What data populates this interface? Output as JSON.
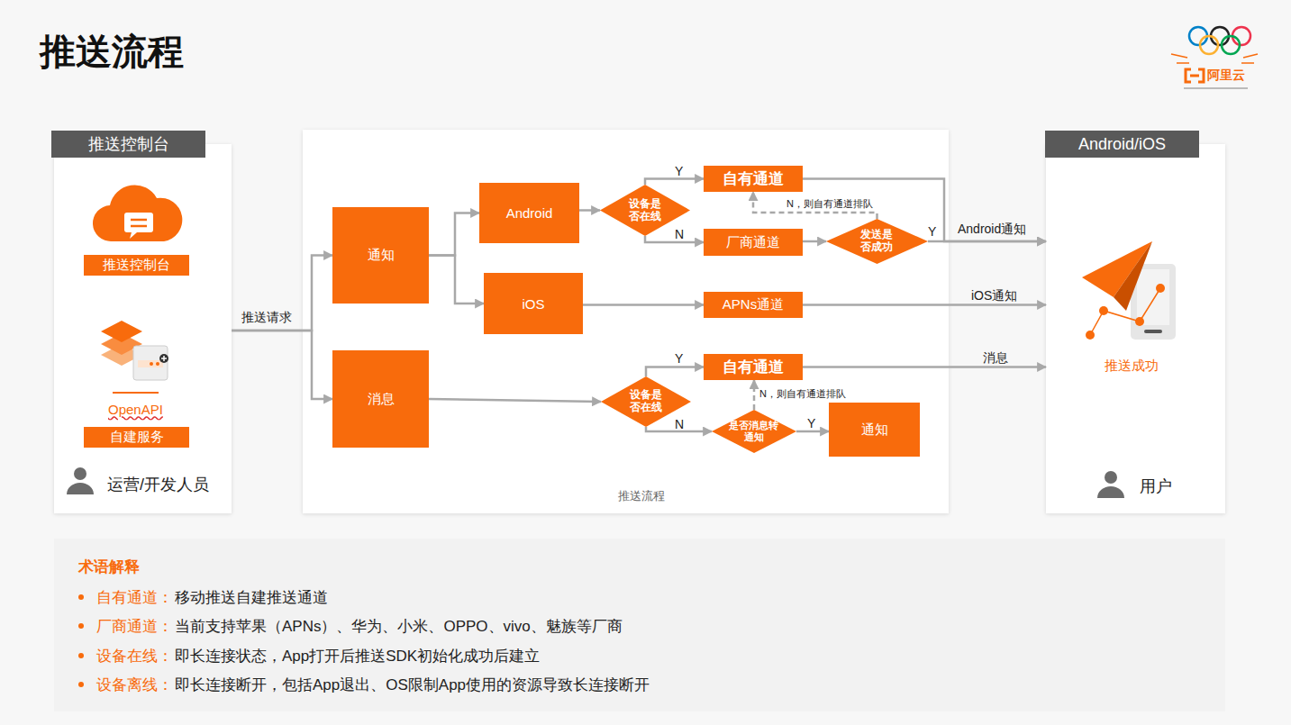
{
  "diagram": {
    "title": "推送流程",
    "nodes": [
      {
        "text": [
          "推送控制台",
          "OpenAPI",
          "运营/开发人员"
        ]
      },
      {
        "text": [
          "推送控制台"
        ],
        "in": 0
      },
      {
        "text": [
          "自建服务"
        ],
        "in": 0
      },
      {
        "text": [
          "推送流程"
        ]
      },
      {
        "text": [
          "通知"
        ],
        "in": 3
      },
      {
        "text": [
          "消息"
        ],
        "in": 3
      },
      {
        "text": [
          "Android"
        ],
        "in": 3
      },
      {
        "text": [
          "iOS"
        ],
        "in": 3
      },
      {
        "text": [
          "设备是否在线"
        ],
        "in": 3
      },
      {
        "text": [
          "自有通道"
        ],
        "in": 3
      },
      {
        "text": [
          "厂商通道"
        ],
        "in": 3
      },
      {
        "text": [
          "发送是否成功"
        ],
        "in": 3
      },
      {
        "text": [
          "APNs通道"
        ],
        "in": 3
      },
      {
        "text": [
          "设备是否在线"
        ],
        "in": 3
      },
      {
        "text": [
          "自有通道"
        ],
        "in": 3
      },
      {
        "text": [
          "是否消息转通知"
        ],
        "in": 3
      },
      {
        "text": [
          "通知"
        ],
        "in": 3
      },
      {
        "text": [
          "Android/iOS",
          "推送成功",
          "用户"
        ]
      },
      {
        "text": [
          "术语解释",
          "自有通道：",
          "移动推送自建推送通道",
          "厂商通道：",
          "当前支持苹果（APNs）、华为、小米、OPPO、vivo、魅族等厂商",
          "设备在线：",
          "即长连接状态，App打开后推送SDK初始化成功后建立",
          "设备离线：",
          "即长连接断开，包括App退出、OS限制App使用的资源导致长连接断开"
        ]
      }
    ],
    "edges": [
      {
        "from": 0,
        "to": 4,
        "label": "推送请求",
        "arrow": "to"
      },
      {
        "from": 0,
        "to": 5,
        "arrow": "to"
      },
      {
        "from": 4,
        "to": 6,
        "arrow": "to"
      },
      {
        "from": 4,
        "to": 7,
        "arrow": "to"
      },
      {
        "from": 6,
        "to": 8,
        "arrow": "to"
      },
      {
        "from": 8,
        "to": 9,
        "label": "Y",
        "arrow": "to"
      },
      {
        "from": 8,
        "to": 10,
        "label": "N",
        "arrow": "to"
      },
      {
        "from": 10,
        "to": 11,
        "arrow": "to"
      },
      {
        "from": 11,
        "to": 9,
        "label": "N，则自有通道排队",
        "arrow": "to"
      },
      {
        "from": 9,
        "to": 17,
        "label": "Android通知",
        "arrow": "to"
      },
      {
        "from": 11,
        "to": 17,
        "label": "Y",
        "arrow": "to"
      },
      {
        "from": 7,
        "to": 12,
        "arrow": "to"
      },
      {
        "from": 12,
        "to": 17,
        "label": "iOS通知",
        "arrow": "to"
      },
      {
        "from": 5,
        "to": 13,
        "arrow": "to"
      },
      {
        "from": 13,
        "to": 14,
        "label": "Y",
        "arrow": "to"
      },
      {
        "from": 13,
        "to": 15,
        "label": "N",
        "arrow": "to"
      },
      {
        "from": 15,
        "to": 14,
        "label": "N，则自有通道排队",
        "arrow": "to"
      },
      {
        "from": 15,
        "to": 16,
        "label": "Y",
        "arrow": "to"
      },
      {
        "from": 14,
        "to": 17,
        "label": "消息",
        "arrow": "to"
      }
    ],
    "labels": [
      "阿里云"
    ]
  }
}
